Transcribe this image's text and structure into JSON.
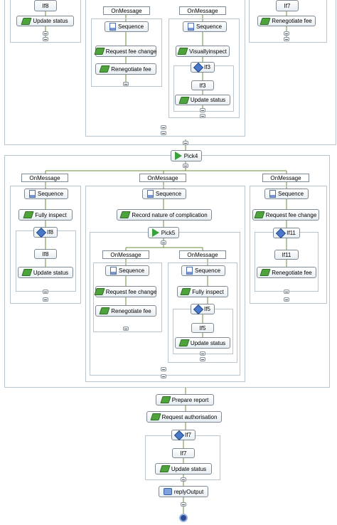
{
  "nodes": {
    "if8_top": "If8",
    "update_top_left": "Update status",
    "onmessage_top1": "OnMessage",
    "onmessage_top2": "OnMessage",
    "sequence_top1": "Sequence",
    "sequence_top2": "Sequence",
    "request_fee_top": "Request fee change",
    "renegotiate_top": "Renegotiate fee",
    "visually_inspect": "Visuallyinspect",
    "if3": "If3",
    "if3_b": "If3",
    "update_top_mid": "Update status",
    "if7_top": "If7",
    "renegotiate_top_right": "Renegotiate fee",
    "pick4": "Pick4",
    "onmessage_a": "OnMessage",
    "onmessage_b": "OnMessage",
    "onmessage_c": "OnMessage",
    "sequence_a": "Sequence",
    "sequence_b": "Sequence",
    "sequence_c": "Sequence",
    "fully_inspect_a": "Fully inspect",
    "if8": "If8",
    "if8_b": "If8",
    "update_a": "Update status",
    "record_nature": "Record nature of complication",
    "pick5": "Pick5",
    "onmessage_d": "OnMessage",
    "onmessage_e": "OnMessage",
    "sequence_d": "Sequence",
    "sequence_e": "Sequence",
    "request_fee_d": "Request fee change",
    "renegotiate_d": "Renegotiate fee",
    "fully_inspect_e": "Fully inspect",
    "if5": "If5",
    "if5_b": "If5",
    "update_e": "Update status",
    "request_fee_c": "Request fee change",
    "if11": "If11",
    "if11_b": "If11",
    "renegotiate_c": "Renegotiate fee",
    "prepare_report": "Prepare report",
    "request_auth": "Request authorisation",
    "if7": "If7",
    "if7_b": "If7",
    "update_final": "Update status",
    "reply_output": "replyOutput"
  }
}
